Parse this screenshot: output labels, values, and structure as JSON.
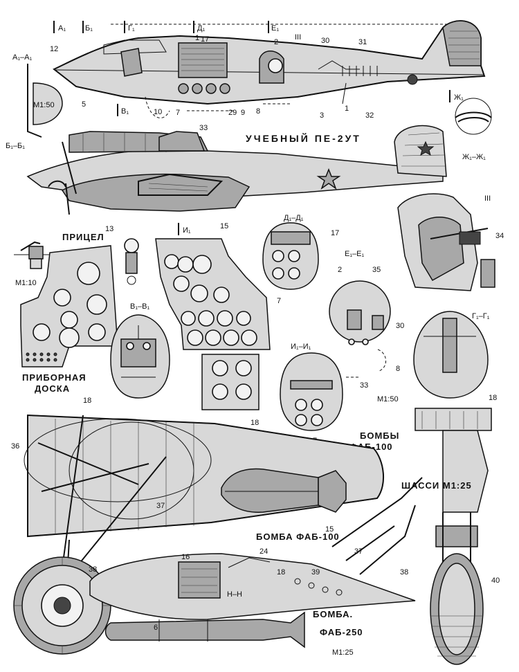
{
  "titles": {
    "uchebny": "УЧЕБНЫЙ ПЕ-2УТ",
    "pricel": "ПРИЦЕЛ",
    "panel_line1": "ПРИБОРНАЯ",
    "panel_line2": "ДОСКА",
    "bomby_line1": "БОМБЫ",
    "bomby_line2": "ФАБ-100",
    "bomba_fab100": "БОМБА ФАБ-100",
    "bomba_fab250_line1": "БОМБА.",
    "bomba_fab250_line2": "ФАБ-250",
    "shassi": "ШАССИ  М1:25"
  },
  "scales": {
    "m150_a": "М1:50",
    "m110": "М1:10",
    "m150_b": "М1:50",
    "m125": "М1:25"
  },
  "sections": {
    "a1": "А₁–А₁",
    "b1": "Б₁–Б₁",
    "v1": "В₁–В₁",
    "g1": "Г₁–Г₁",
    "d1": "Д₁–Д₁",
    "e1": "Е₁–Е₁",
    "i1": "И₁–И₁",
    "zh1": "Ж₁–Ж₁",
    "h": "Н–Н",
    "roman3": "III"
  },
  "cut_marks": {
    "a": "А₁",
    "b": "Б₁",
    "g": "Г₁",
    "d": "Д₁",
    "e": "Е₁",
    "v": "В₁",
    "i": "И₁",
    "zh": "Ж₁"
  },
  "numbers": {
    "n1a": "1",
    "n12": "12",
    "n17": "17",
    "n2": "2",
    "n30": "30",
    "n31": "31",
    "n5": "5",
    "n10": "10",
    "n7": "7",
    "n29": "29",
    "n9": "9",
    "n8": "8",
    "n3": "3",
    "n1b": "1",
    "n32": "32",
    "n33": "33",
    "n13": "13",
    "n15": "15",
    "n17b": "17",
    "n34": "34",
    "n2b": "2",
    "n35": "35",
    "n30b": "30",
    "n7b": "7",
    "n8b": "8",
    "n33b": "33",
    "n7c": "7",
    "n18a": "18",
    "n36": "36",
    "n18b": "18",
    "n18c": "18",
    "n37": "37",
    "n15b": "15",
    "n37b": "37",
    "n16": "16",
    "n24": "24",
    "n18d": "18",
    "n39": "39",
    "n38": "38",
    "n6": "6",
    "n38b": "38",
    "n40": "40"
  },
  "colors": {
    "ink": "#111111",
    "paper": "#ffffff",
    "fill_light": "#d8d8d8",
    "fill_mid": "#a8a8a8",
    "fill_dark": "#444444"
  }
}
